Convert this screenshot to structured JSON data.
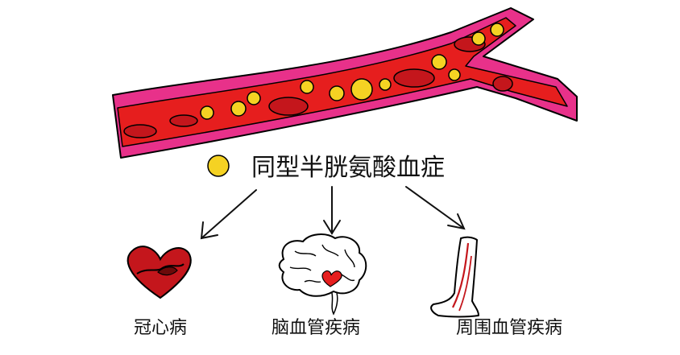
{
  "legend": {
    "label": "同型半胱氨酸血症",
    "dot_color": "#f5d223"
  },
  "outcomes": [
    {
      "label": "冠心病",
      "icon": "heart-icon"
    },
    {
      "label": "脑血管疾病",
      "icon": "brain-icon"
    },
    {
      "label": "周围血管疾病",
      "icon": "leg-icon"
    }
  ],
  "colors": {
    "vessel_wall": "#e8318a",
    "vessel_lumen": "#e61e1e",
    "red_cell": "#c4161c",
    "homocysteine": "#f5d223"
  }
}
